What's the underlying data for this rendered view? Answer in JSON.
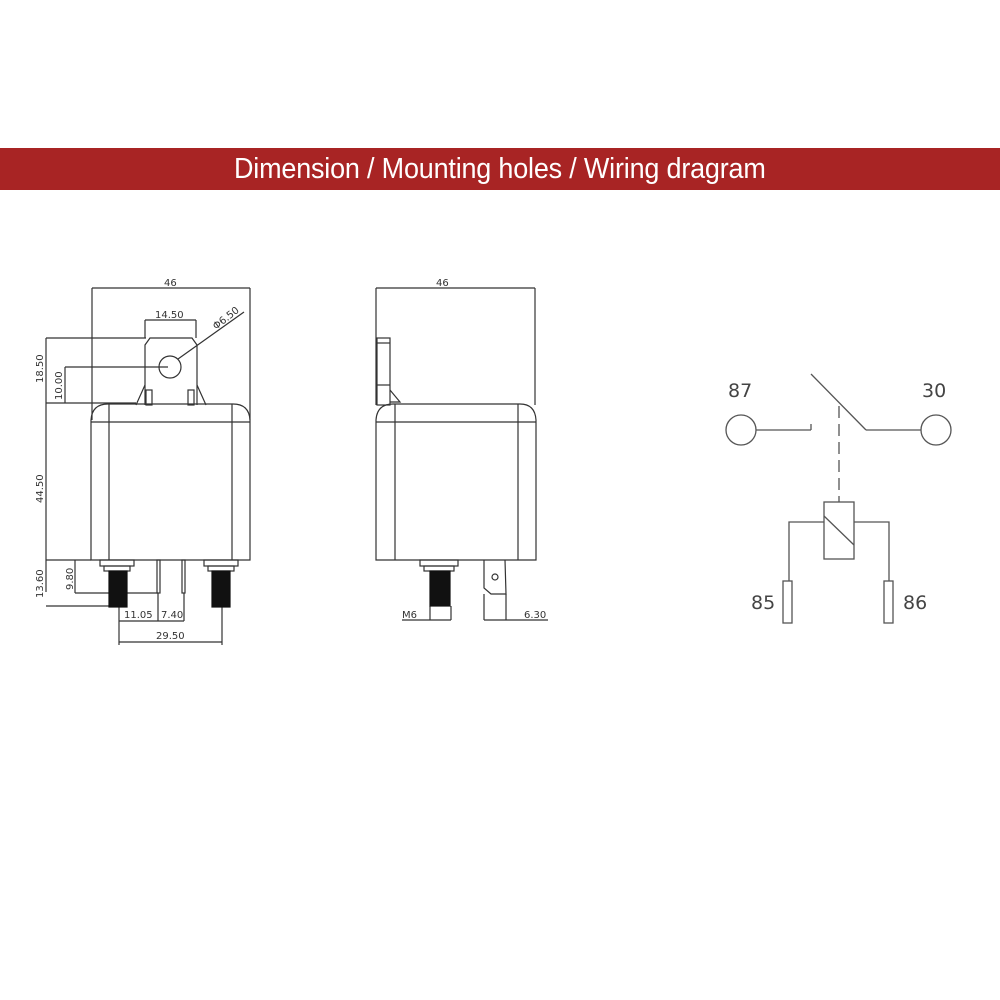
{
  "header": {
    "title": "Dimension / Mounting holes / Wiring dragram",
    "background_color": "#a82424",
    "text_color": "#ffffff"
  },
  "front_view": {
    "width": "46",
    "bracket_width": "14.50",
    "hole_diameter": "Φ6.50",
    "bracket_height": "18.50",
    "hole_center_height": "10.00",
    "body_height": "44.50",
    "terminal_height": "13.60",
    "pin_height": "9.80",
    "stud_to_pin": "11.05",
    "pin_spacing": "7.40",
    "stud_spacing": "29.50"
  },
  "side_view": {
    "width": "46",
    "stud_thread": "M6",
    "tab_width": "6.30"
  },
  "wiring_diagram": {
    "terminals": {
      "t87": "87",
      "t30": "30",
      "t85": "85",
      "t86": "86"
    }
  }
}
